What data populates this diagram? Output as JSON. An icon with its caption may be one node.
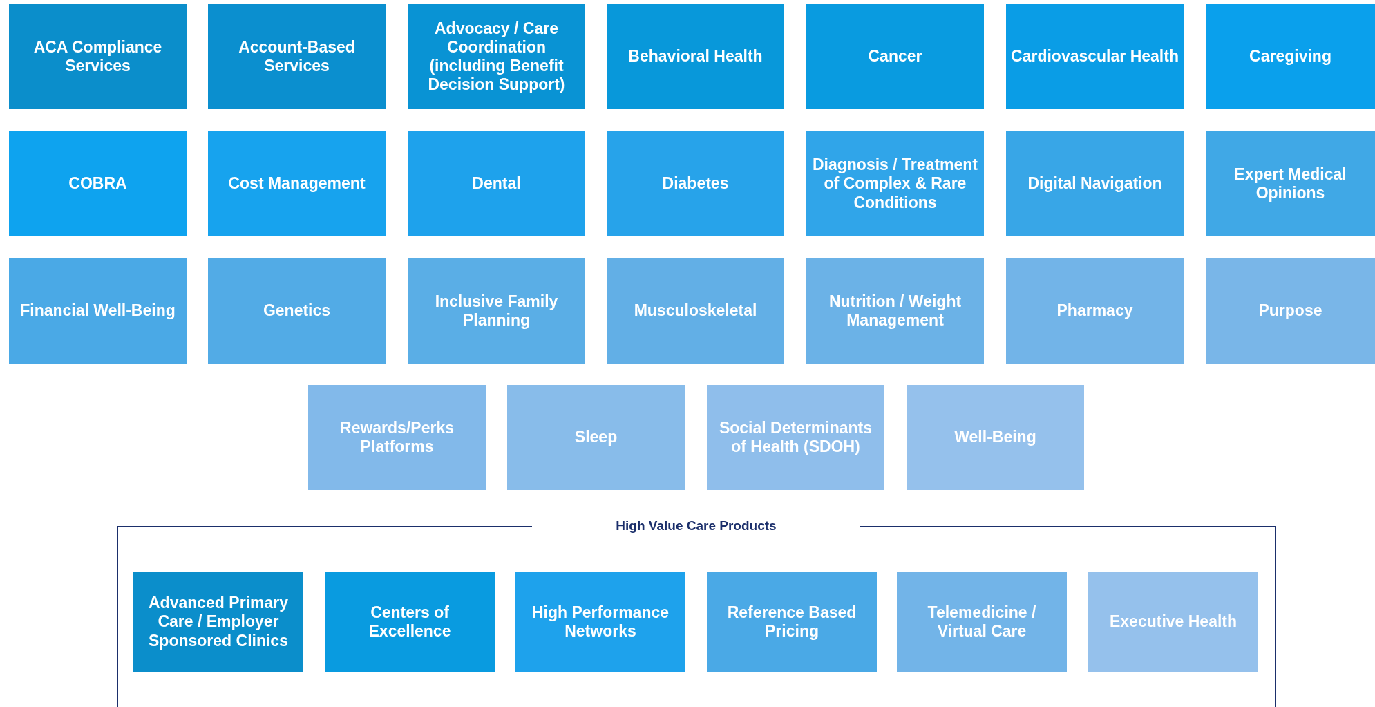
{
  "diagram": {
    "nodes": [
      {
        "text": [
          "ACA Compliance Services"
        ]
      },
      {
        "text": [
          "Account-Based Services"
        ]
      },
      {
        "text": [
          "Advocacy / Care Coordination (including Benefit Decision Support)"
        ]
      },
      {
        "text": [
          "Behavioral Health"
        ]
      },
      {
        "text": [
          "Cancer"
        ]
      },
      {
        "text": [
          "Cardiovascular Health"
        ]
      },
      {
        "text": [
          "Caregiving"
        ]
      },
      {
        "text": [
          "COBRA"
        ]
      },
      {
        "text": [
          "Cost Management"
        ]
      },
      {
        "text": [
          "Dental"
        ]
      },
      {
        "text": [
          "Diabetes"
        ]
      },
      {
        "text": [
          "Diagnosis / Treatment of Complex & Rare Conditions"
        ]
      },
      {
        "text": [
          "Digital Navigation"
        ]
      },
      {
        "text": [
          "Expert Medical Opinions"
        ]
      },
      {
        "text": [
          "Financial Well-Being"
        ]
      },
      {
        "text": [
          "Genetics"
        ]
      },
      {
        "text": [
          "Inclusive Family Planning"
        ]
      },
      {
        "text": [
          "Musculoskeletal"
        ]
      },
      {
        "text": [
          "Nutrition / Weight Management"
        ]
      },
      {
        "text": [
          "Pharmacy"
        ]
      },
      {
        "text": [
          "Purpose"
        ]
      },
      {
        "text": [
          "Rewards/Perks Platforms"
        ]
      },
      {
        "text": [
          "Sleep"
        ]
      },
      {
        "text": [
          "Social Determinants of Health (SDOH)"
        ]
      },
      {
        "text": [
          "Well-Being"
        ]
      },
      {
        "text": [
          "High Value Care Products"
        ]
      },
      {
        "text": [
          "Advanced Primary Care / Employer Sponsored Clinics"
        ],
        "in": 25
      },
      {
        "text": [
          "Centers of Excellence"
        ],
        "in": 25
      },
      {
        "text": [
          "High Performance Networks"
        ],
        "in": 25
      },
      {
        "text": [
          "Reference Based Pricing"
        ],
        "in": 25
      },
      {
        "text": [
          "Telemedicine / Virtual Care"
        ],
        "in": 25
      },
      {
        "text": [
          "Executive Health"
        ],
        "in": 25
      }
    ]
  }
}
